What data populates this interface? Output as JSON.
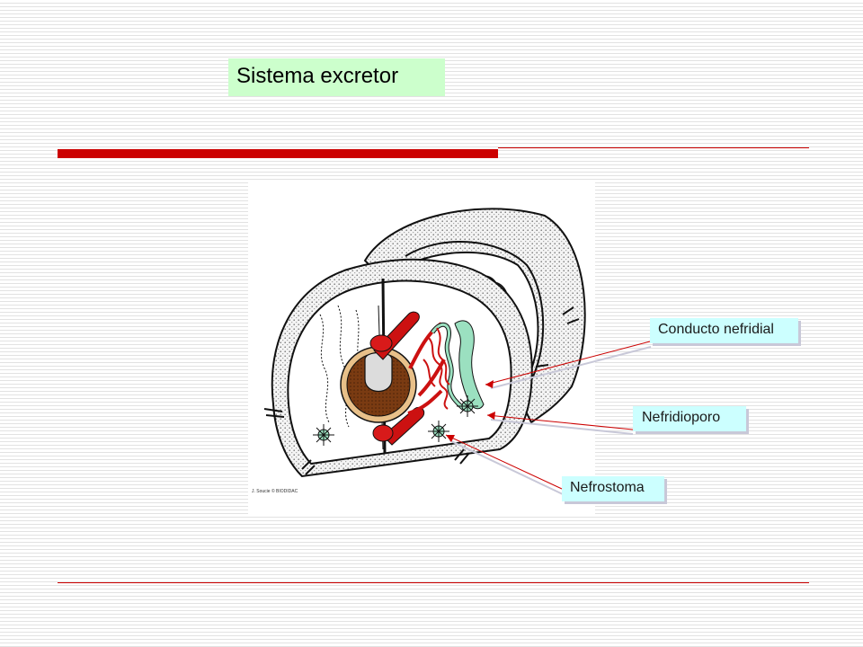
{
  "slide": {
    "title": "Sistema excretor",
    "colors": {
      "rule": "#cc0000",
      "title_bg": "#ccffcc",
      "label_bg": "#ccffff"
    }
  },
  "figure": {
    "credit": "J. Soucie © BIODIDAC",
    "labels": {
      "conducto_nefridial": "Conducto nefridial",
      "nefridioporo": "Nefridioporo",
      "nefrostoma": "Nefrostoma"
    }
  }
}
